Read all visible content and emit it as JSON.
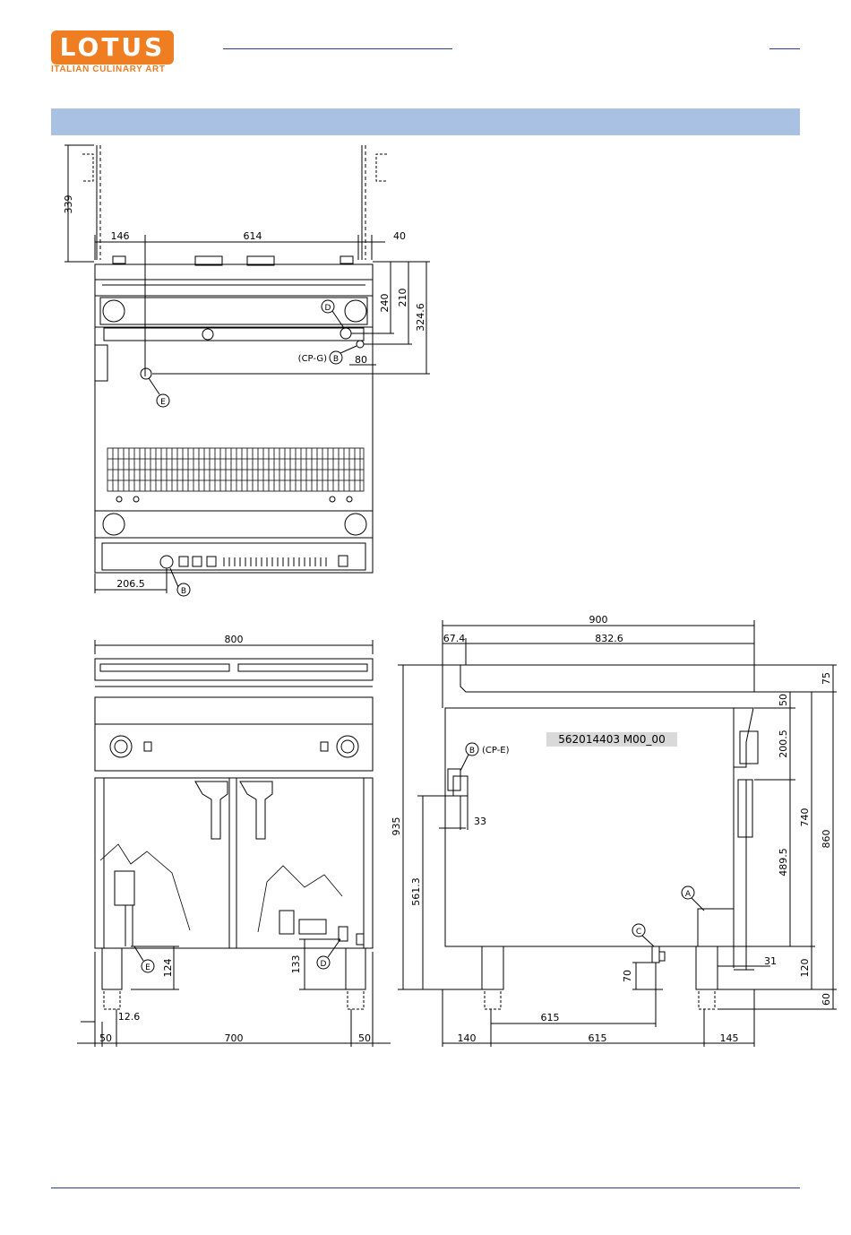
{
  "header": {
    "logo_text": "LOTUS",
    "tagline": "ITALIAN CULINARY ART"
  },
  "colors": {
    "brand_orange": "#ef7d22",
    "band_blue": "#a9c2e4",
    "rule_blue": "#2f3f8f"
  },
  "drawing": {
    "model_code": "562014403 M00_00",
    "top_view": {
      "dim_339": "339",
      "dim_146": "146",
      "dim_614": "614",
      "dim_40": "40",
      "dim_240": "240",
      "dim_210": "210",
      "dim_3246": "324.6",
      "dim_80": "80",
      "dim_2065": "206.5",
      "label_d": "D",
      "label_cpg": "(CP-G)",
      "label_b": "B",
      "label_e": "E",
      "label_b2": "B"
    },
    "front_view": {
      "dim_800": "800",
      "dim_124": "124",
      "dim_133": "133",
      "dim_126": "12.6",
      "dim_50a": "50",
      "dim_700": "700",
      "dim_50b": "50",
      "label_e": "E",
      "label_d": "D"
    },
    "side_view": {
      "dim_900": "900",
      "dim_674": "67.4",
      "dim_8326": "832.6",
      "dim_935": "935",
      "dim_5613": "561.3",
      "dim_33": "33",
      "dim_75": "75",
      "dim_50": "50",
      "dim_2005": "200.5",
      "dim_740": "740",
      "dim_860": "860",
      "dim_4895": "489.5",
      "dim_31": "31",
      "dim_120": "120",
      "dim_60": "60",
      "dim_70": "70",
      "dim_615a": "615",
      "dim_140": "140",
      "dim_615b": "615",
      "dim_145": "145",
      "label_b": "B",
      "label_cpe": "(CP-E)",
      "label_a": "A",
      "label_c": "C"
    }
  }
}
